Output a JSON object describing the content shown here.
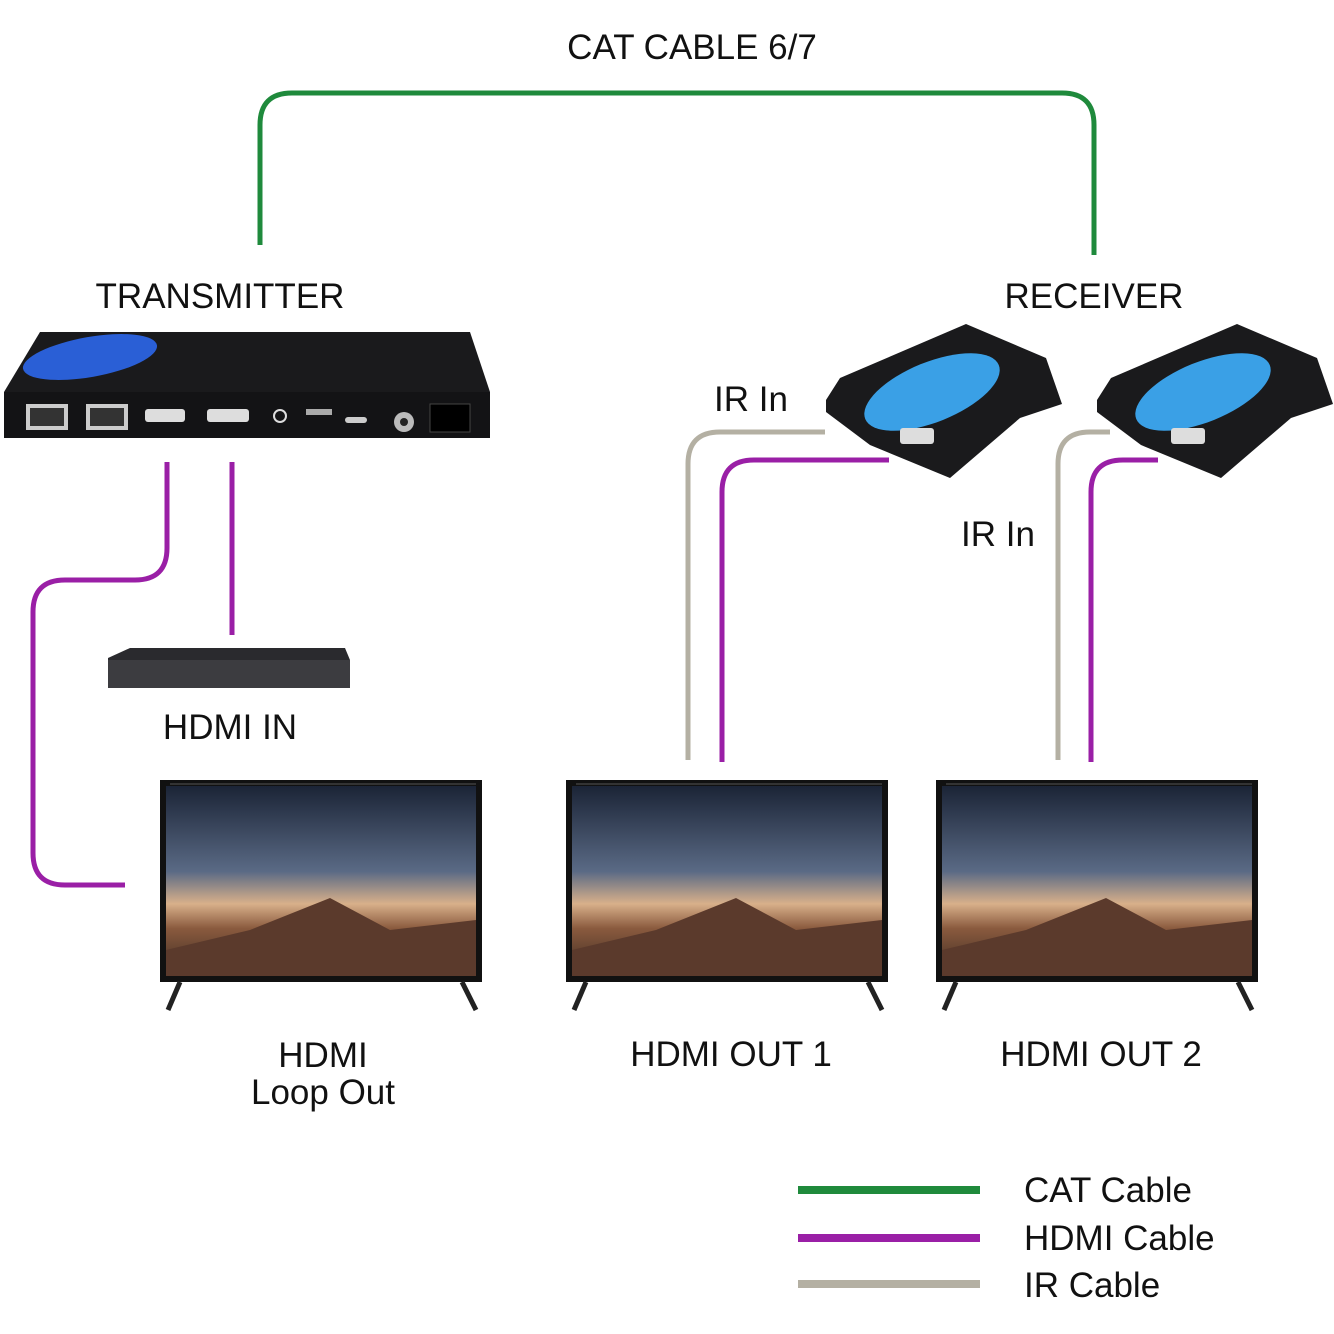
{
  "labels": {
    "cat_cable": "CAT CABLE 6/7",
    "transmitter": "TRANSMITTER",
    "receiver": "RECEIVER",
    "ir_in_1": "IR In",
    "ir_in_2": "IR In",
    "hdmi_in": "HDMI IN",
    "loop_out_line1": "HDMI",
    "loop_out_line2": "Loop Out",
    "hdmi_out_1": "HDMI OUT 1",
    "hdmi_out_2": "HDMI OUT 2"
  },
  "legend": [
    {
      "label": "CAT Cable",
      "color": "#1f8a3c"
    },
    {
      "label": "HDMI Cable",
      "color": "#9a1fa6"
    },
    {
      "label": "IR Cable",
      "color": "#b3af a2"
    }
  ],
  "colors": {
    "cat": "#1f8a3c",
    "hdmi": "#9a1fa6",
    "ir": "#b4b0a3",
    "device": "#1a1a1c",
    "brand_blue": "#2a5fd6",
    "receiver_blue": "#3aa0e6"
  }
}
